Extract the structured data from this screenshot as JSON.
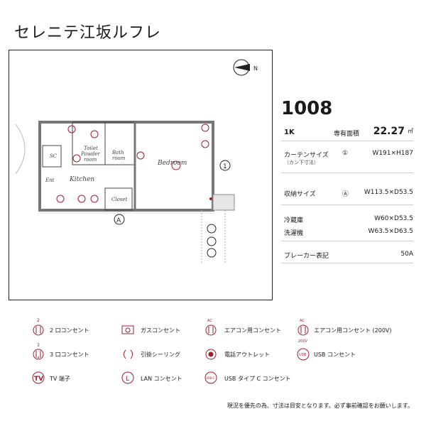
{
  "title": "セレニテ江坂ルフレ",
  "room_number": "1008",
  "layout_type": "1K",
  "area_label": "専有面積",
  "area_value": "22.27",
  "area_unit": "㎡",
  "curtain": {
    "label": "カーテンサイズ",
    "sub": "（カン下寸法）",
    "marker": "①",
    "value": "W191×H187"
  },
  "storage": {
    "label": "収納サイズ",
    "marker": "Ⓐ",
    "value": "W113.5×D53.5"
  },
  "fridge": {
    "label": "冷蔵庫",
    "value": "W60×D53.5"
  },
  "washer": {
    "label": "洗濯機",
    "value": "W63.5×D63.5"
  },
  "breaker": {
    "label": "ブレーカー表記",
    "value": "50A"
  },
  "plan": {
    "toilet": "Toilet",
    "powder": "Powder",
    "room": "room",
    "bath": "Bath",
    "bathroom": "room",
    "bedroom": "Bedroom",
    "kitchen": "Kitchen",
    "closet": "Closet",
    "sc": "SC",
    "ent": "Ent",
    "marker_1": "1",
    "marker_a": "A",
    "n": "N"
  },
  "legend": {
    "outlet2": "2 口コンセント",
    "gas": "ガスコンセント",
    "ac": "エアコン用コンセント",
    "ac200": "エアコン用コンセント (200V)",
    "outlet3": "3 口コンセント",
    "ceiling": "引掛シーリング",
    "phone": "電話アウトレット",
    "usb": "USB コンセント",
    "tv": "TV 端子",
    "lan": "LAN コンセント",
    "usbc": "USB タイプ C コンセント",
    "sym_tv": "TV",
    "sym_l": "L",
    "sym_usb": "USB",
    "sym_usbc": "USB-C",
    "sym_ac": "AC",
    "sym_200v": "200V",
    "sym_2": "2",
    "sym_3": "3"
  },
  "note": "現況を優先の為、寸法は目安となります。必ず事前確認をお願いします。",
  "colors": {
    "accent": "#9c1f2e",
    "line": "#222222"
  }
}
